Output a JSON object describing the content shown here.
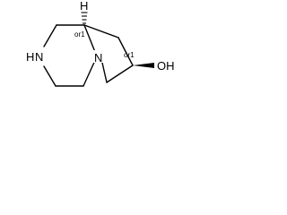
{
  "molecule": {
    "atoms": {
      "amine_label": "N",
      "amine_h_label": "H",
      "bridge_nitrogen_label": "N",
      "bridgehead_h_label": "H",
      "hydroxyl_label": "OH"
    },
    "stereo_descriptors": {
      "bridgehead": "or1",
      "carbinol": "or1"
    }
  }
}
